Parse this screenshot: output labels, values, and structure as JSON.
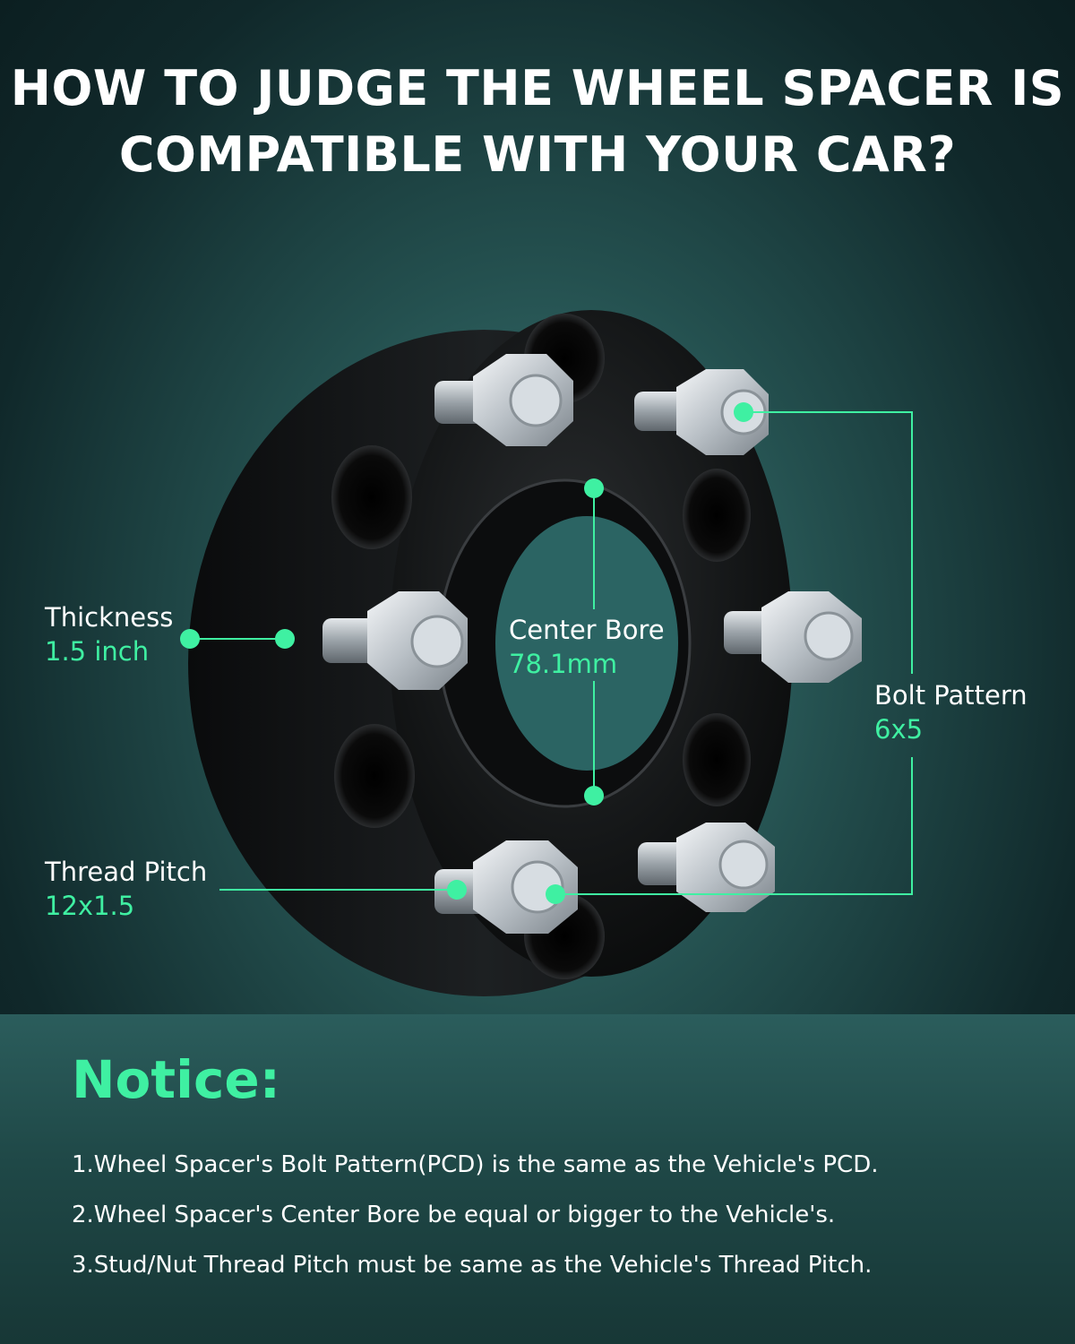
{
  "title": {
    "line1": "HOW TO JUDGE THE WHEEL SPACER IS",
    "line2": "COMPATIBLE WITH YOUR CAR?"
  },
  "specs": {
    "thickness": {
      "name": "Thickness",
      "value": "1.5 inch"
    },
    "center_bore": {
      "name": "Center Bore",
      "value": "78.1mm"
    },
    "bolt_pattern": {
      "name": "Bolt Pattern",
      "value": "6x5"
    },
    "thread_pitch": {
      "name": "Thread Pitch",
      "value": "12x1.5"
    }
  },
  "notice": {
    "title": "Notice:",
    "items": [
      "1.Wheel Spacer's Bolt Pattern(PCD) is the same as the Vehicle's PCD.",
      "2.Wheel Spacer's Center Bore be equal or bigger to the Vehicle's.",
      "3.Stud/Nut Thread Pitch must be same as the Vehicle's Thread Pitch."
    ]
  },
  "colors": {
    "accent": "#3ff0a2",
    "background": "#1e4646",
    "text": "#ffffff"
  }
}
